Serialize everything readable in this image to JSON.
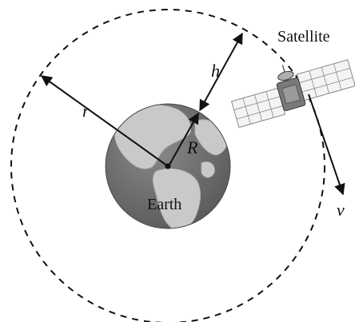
{
  "labels": {
    "orbit_radius": "r",
    "earth_radius": "R",
    "altitude": "h",
    "velocity": "v",
    "earth": "Earth",
    "satellite": "Satellite"
  },
  "colors": {
    "ink": "#111111",
    "earth_ocean": "#6f6f6f",
    "earth_land": "#c9c9c9",
    "panel_fill": "#f4f4f4",
    "panel_grid": "#8a8a8a",
    "satellite_body": "#7a7a7a"
  },
  "icons": {
    "earth": "earth-globe-icon",
    "satellite": "satellite-icon"
  }
}
